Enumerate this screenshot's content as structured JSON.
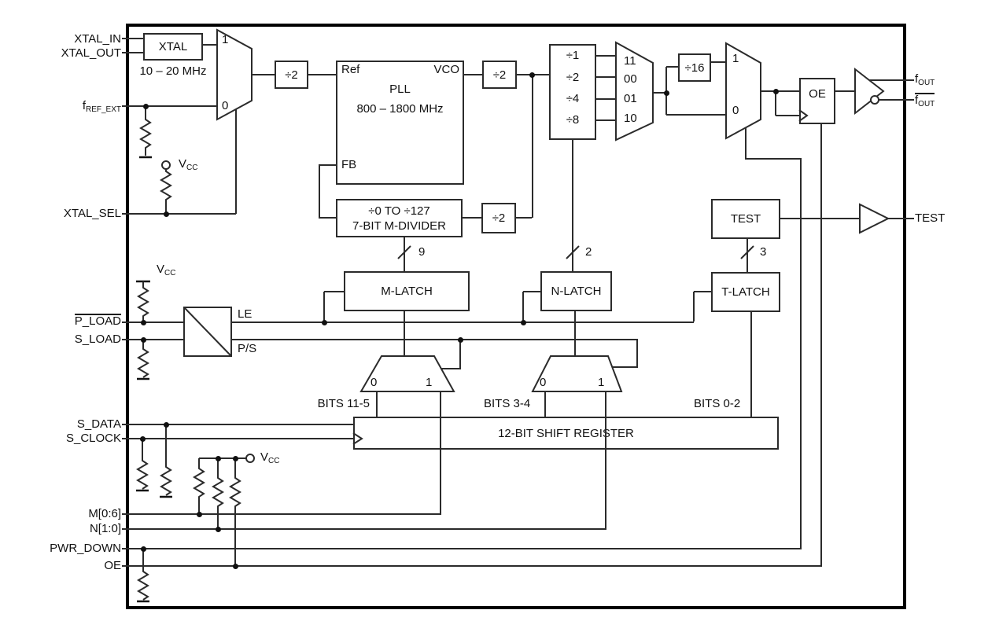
{
  "labels": {
    "pins_left": {
      "xtal_in": "XTAL_IN",
      "xtal_out": "XTAL_OUT",
      "f_ref_ext": {
        "base": "f",
        "sub": "REF_EXT"
      },
      "xtal_sel": "XTAL_SEL",
      "p_load": "P_LOAD",
      "s_load": "S_LOAD",
      "s_data": "S_DATA",
      "s_clock": "S_CLOCK",
      "m": "M[0:6]",
      "n": "N[1:0]",
      "pwr_down": "PWR_DOWN",
      "oe": "OE"
    },
    "pins_right": {
      "f_out": {
        "base": "f",
        "sub": "OUT"
      },
      "f_out_n": {
        "base": "f",
        "sub": "OUT"
      },
      "test": "TEST"
    },
    "blocks": {
      "xtal": "XTAL",
      "xtal_range": "10 – 20 MHz",
      "div2": "÷2",
      "div16": "÷16",
      "pll": {
        "ref": "Ref",
        "vco": "VCO",
        "name": "PLL",
        "range": "800 – 1800 MHz",
        "fb": "FB"
      },
      "m_divider": {
        "line1": "÷0 TO ÷127",
        "line2": "7-BIT M-DIVIDER"
      },
      "output_divider": {
        "d1": "÷1",
        "d2": "÷2",
        "d4": "÷4",
        "d8": "÷8"
      },
      "oe": "OE",
      "test": "TEST",
      "m_latch": "M-LATCH",
      "n_latch": "N-LATCH",
      "t_latch": "T-LATCH",
      "shift_register": "12-BIT SHIFT REGISTER",
      "load_ctrl": {
        "le": "LE",
        "ps": "P/S"
      }
    },
    "mux": {
      "one": "1",
      "zero": "0",
      "sel11": "11",
      "sel00": "00",
      "sel01": "01",
      "sel10": "10"
    },
    "buses": {
      "m_width": "9",
      "n_width": "2",
      "t_width": "3"
    },
    "bits": {
      "b11_5": "BITS 11-5",
      "b3_4": "BITS 3-4",
      "b0_2": "BITS 0-2"
    },
    "power": {
      "vcc": {
        "base": "V",
        "sub": "CC"
      }
    }
  },
  "colors": {
    "line": "#2b2b2b",
    "text": "#111111",
    "frame": "#000000",
    "background": "#ffffff"
  }
}
